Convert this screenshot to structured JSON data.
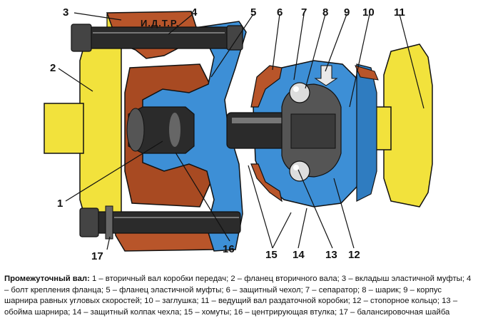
{
  "brand_label": "И.Д.Т.Р.",
  "colors": {
    "yellow": "#f2e23c",
    "rust": "#b8552a",
    "blue": "#3d8fd6",
    "dark": "#2b2b2b",
    "outline": "#111111"
  },
  "callouts": [
    {
      "id": "1",
      "text": "1"
    },
    {
      "id": "2",
      "text": "2"
    },
    {
      "id": "3",
      "text": "3"
    },
    {
      "id": "4",
      "text": "4"
    },
    {
      "id": "5",
      "text": "5"
    },
    {
      "id": "6",
      "text": "6"
    },
    {
      "id": "7",
      "text": "7"
    },
    {
      "id": "8",
      "text": "8"
    },
    {
      "id": "9",
      "text": "9"
    },
    {
      "id": "10",
      "text": "10"
    },
    {
      "id": "11",
      "text": "11"
    },
    {
      "id": "12",
      "text": "12"
    },
    {
      "id": "13",
      "text": "13"
    },
    {
      "id": "14",
      "text": "14"
    },
    {
      "id": "15",
      "text": "15"
    },
    {
      "id": "16",
      "text": "16"
    },
    {
      "id": "17",
      "text": "17"
    }
  ],
  "caption": {
    "title": "Промежуточный вал:",
    "body": " 1 – вторичный вал коробки передач; 2 – фланец вторичного вала; 3 – вкладыш эластичной муфты; 4 – болт крепления фланца; 5 – фланец эластичной муфты; 6 – защитный чехол; 7 – сепаратор; 8 – шарик; 9 – корпус шарнира равных угловых скоростей; 10 – заглушка; 11 – ведущий вал раздаточной коробки; 12 – стопорное кольцо; 13 – обойма шарнира; 14 – защитный колпак чехла; 15 – хомуты; 16 – центрирующая втулка; 17 – балансировочная шайба"
  }
}
